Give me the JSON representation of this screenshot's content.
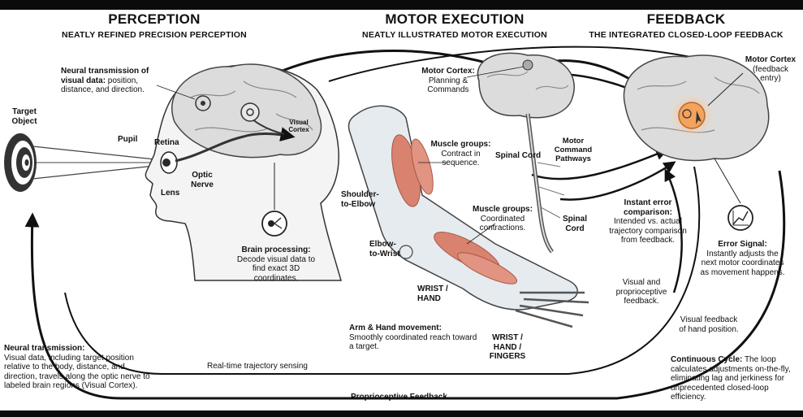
{
  "sections": [
    {
      "title": "PERCEPTION",
      "subtitle": "NEATLY REFINED PRECISION PERCEPTION"
    },
    {
      "title": "MOTOR EXECUTION",
      "subtitle": "NEATLY ILLUSTRATED MOTOR EXECUTION"
    },
    {
      "title": "FEEDBACK",
      "subtitle": "THE INTEGRATED CLOSED-LOOP FEEDBACK"
    }
  ],
  "perception": {
    "target_object": "Target\nObject",
    "neural_tx_visual_bold": "Neural transmission of visual data:",
    "neural_tx_visual_text": " position, distance, and direction.",
    "pupil": "Pupil",
    "retina": "Retina",
    "lens": "Lens",
    "optic_nerve": "Optic\nNerve",
    "visual_cortex": "Visual\nCortex",
    "brain_processing_bold": "Brain processing:",
    "brain_processing_text": "Decode visual data to find exact 3D coordinates."
  },
  "motor": {
    "motor_cortex_bold": "Motor Cortex:",
    "motor_cortex_text": "Planning &\nCommands",
    "spinal_cord_1": "Spinal Cord",
    "motor_pathways": "Motor\nCommand\nPathways",
    "spinal_cord_2": "Spinal\nCord",
    "muscle_groups_1_bold": "Muscle groups:",
    "muscle_groups_1_text": "Contract in sequence.",
    "muscle_groups_2_bold": "Muscle groups:",
    "muscle_groups_2_text": "Coordinated contractions.",
    "shoulder_elbow": "Shoulder-\nto-Elbow",
    "elbow_wrist": "Elbow-\nto-Wrist",
    "wrist_hand": "WRIST /\nHAND",
    "wrist_hand_fingers": "WRIST /\nHAND /\nFINGERS",
    "arm_movement_bold": "Arm & Hand movement:",
    "arm_movement_text": "Smoothly coordinated reach toward a target."
  },
  "feedback": {
    "motor_cortex_bold": "Motor Cortex",
    "motor_cortex_text": "(feedback\nentry)",
    "instant_error_bold": "Instant error comparison:",
    "instant_error_text": "Intended vs. actual trajectory comparison from feedback.",
    "visual_proprio": "Visual and\nproprioceptive\nfeedback.",
    "error_signal_bold": "Error Signal:",
    "error_signal_text": "Instantly adjusts the next motor coordinates as movement happens.",
    "visual_feedback_hand": "Visual feedback\nof hand position.",
    "continuous_cycle_bold": "Continuous Cycle:",
    "continuous_cycle_text": " The loop calculates adjustments on-the-fly, eliminating lag and jerkiness for unprecedented closed-loop efficiency."
  },
  "bottom": {
    "neural_tx_bold": "Neural transmission:",
    "neural_tx_text": "Visual data, including target position relative to the body, distance, and direction, travels along the optic nerve to labeled brain regions (Visual Cortex).",
    "realtime_sensing": "Real-time trajectory sensing",
    "proprioceptive": "Proprioceptive Feedback"
  },
  "colors": {
    "muscle": "#d9826f",
    "cortex_glow": "#f4a35c",
    "line": "#111111",
    "bone": "#e3e8ee"
  },
  "icons": [
    "target-icon",
    "gear-icon",
    "brain-circuit-icon",
    "error-graph-icon",
    "cursor-icon"
  ]
}
